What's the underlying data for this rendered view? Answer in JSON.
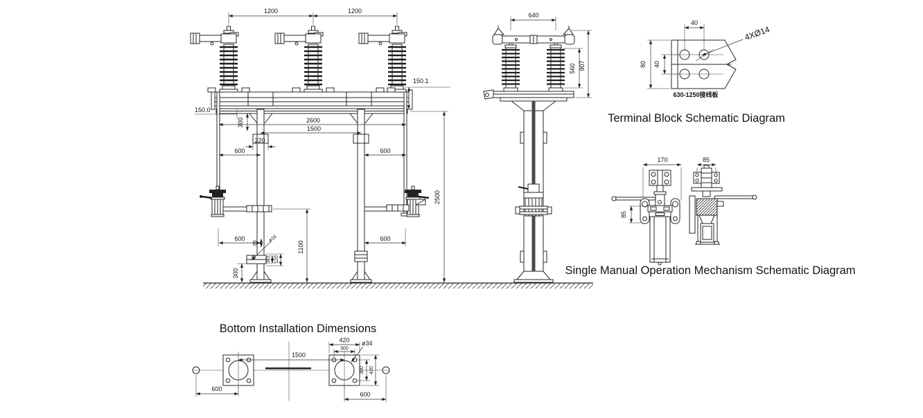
{
  "front_view": {
    "span_left": "1200",
    "span_right": "1200",
    "level_right": "150.1",
    "level_left": "150.0",
    "offset_top": "300",
    "frame_width": "2600",
    "post_spacing": "1500",
    "post_width": "220",
    "rail_to_post_upper_left": "600",
    "rail_to_post_upper_right": "600",
    "rail_to_post_lower_left": "600",
    "rail_to_post_lower_right": "600",
    "bracket_offset": "65",
    "bracket_hole_dia": "ø16",
    "bracket_height": "80",
    "bracket_total": "120",
    "rod_height": "1100",
    "base_offset": "300",
    "overall_height": "2500"
  },
  "side_view": {
    "top_width": "640",
    "insulator_height": "560",
    "overall_height": "907"
  },
  "terminal_block": {
    "hole_pitch_h": "40",
    "plate_height": "80",
    "hole_pitch_v": "40",
    "holes_note": "4XØ14",
    "plate_name": "630-1250接线板",
    "title": "Terminal Block Schematic Diagram"
  },
  "mechanism": {
    "front_width": "170",
    "front_height": "85",
    "side_width": "85",
    "title": "Single Manual Operation Mechanism Schematic Diagram"
  },
  "bottom_view": {
    "title": "Bottom Installation Dimensions",
    "plate_width": "420",
    "hole_pitch_h": "300",
    "center_hole_dia": "ø34",
    "pedestal_spacing": "1500",
    "hole_pitch_v": "300",
    "plate_height": "420",
    "anchor_offset_left": "600",
    "anchor_offset_right": "600"
  }
}
